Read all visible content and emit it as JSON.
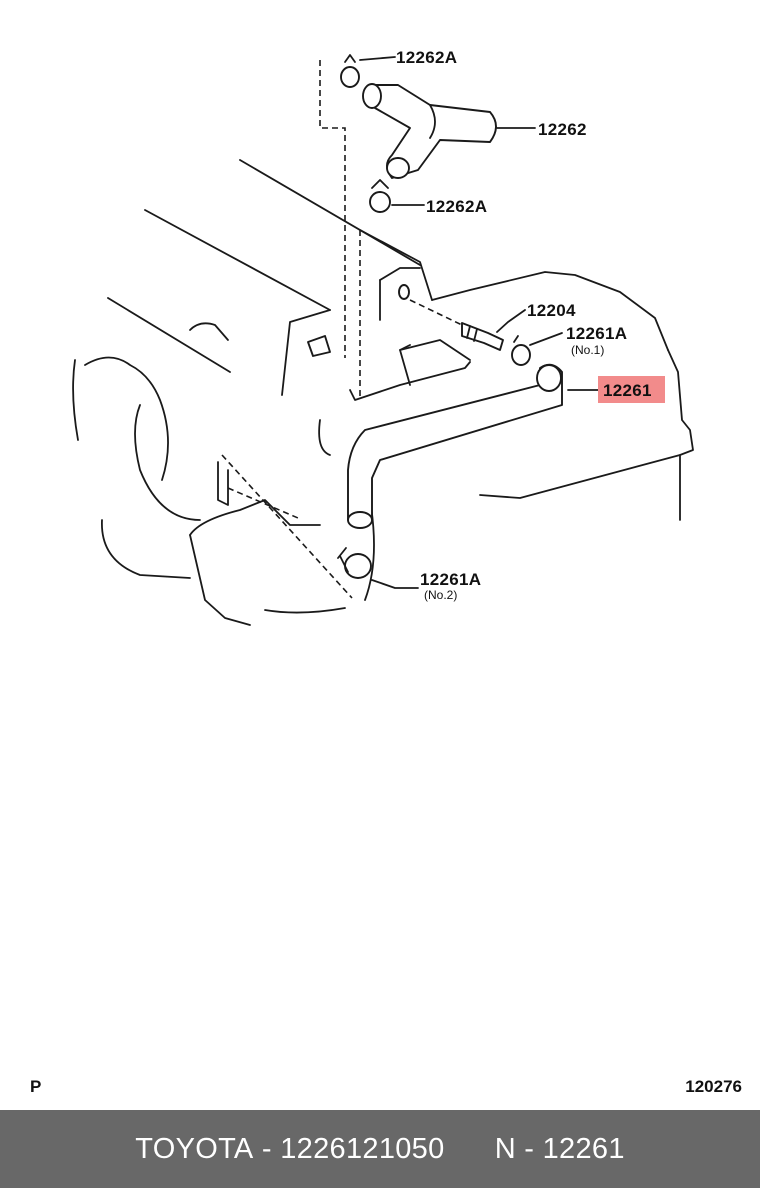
{
  "diagram": {
    "callouts": [
      {
        "id": "c1",
        "text": "12262A",
        "sub": ""
      },
      {
        "id": "c2",
        "text": "12262",
        "sub": ""
      },
      {
        "id": "c3",
        "text": "12262A",
        "sub": ""
      },
      {
        "id": "c4",
        "text": "12204",
        "sub": ""
      },
      {
        "id": "c5",
        "text": "12261A",
        "sub": "(No.1)"
      },
      {
        "id": "c6",
        "text": "12261",
        "sub": "",
        "highlight": "#f28b8b"
      },
      {
        "id": "c7",
        "text": "12261A",
        "sub": "(No.2)"
      }
    ]
  },
  "footer": {
    "left_code": "P",
    "right_code": "120276"
  },
  "banner": {
    "brand": "TOYOTA",
    "part_number": "1226121050",
    "ref": "N - 12261",
    "background": "#686868"
  }
}
